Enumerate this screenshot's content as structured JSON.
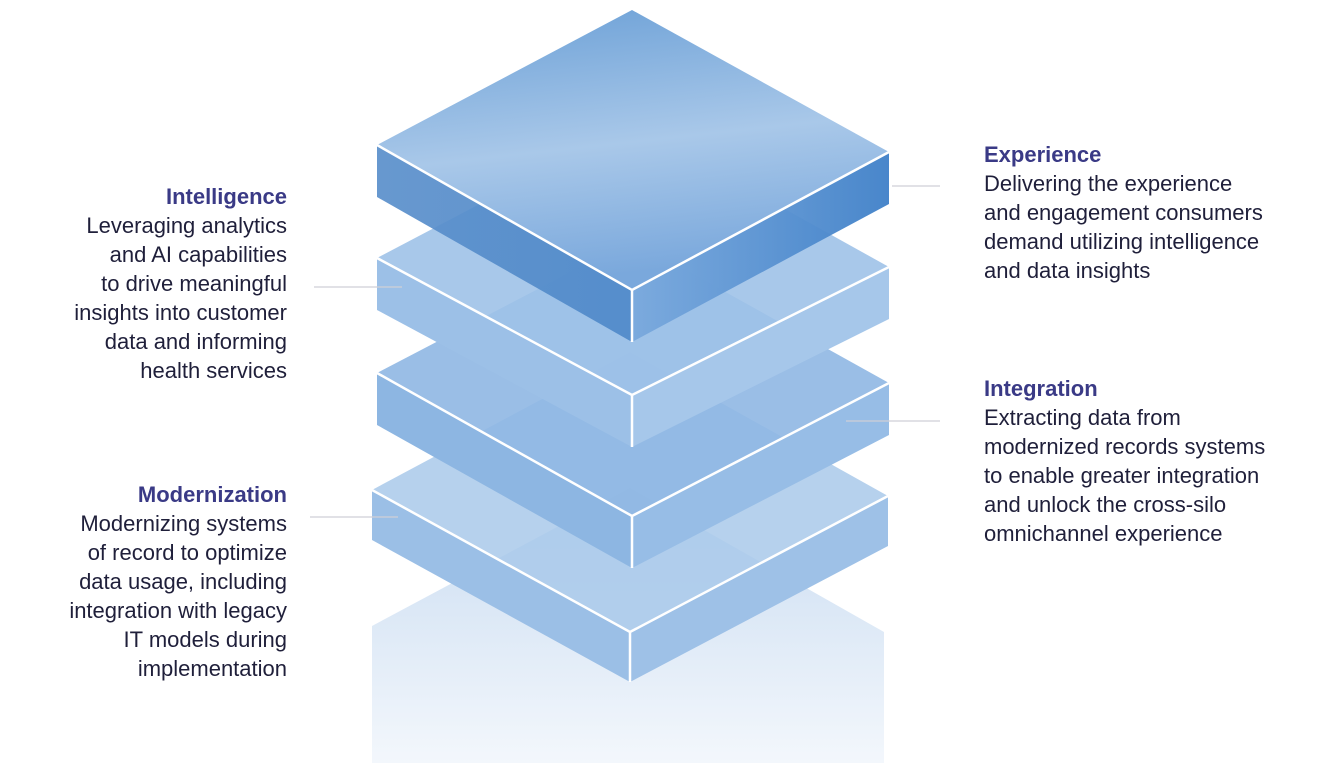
{
  "layers": [
    {
      "id": "intelligence",
      "title": "Intelligence",
      "description": "Leveraging analytics\nand AI capabilities\nto drive meaningful\ninsights into customer\ndata and informing\nhealth services"
    },
    {
      "id": "experience",
      "title": "Experience",
      "description": "Delivering the experience\nand engagement consumers\ndemand utilizing intelligence\nand data insights"
    },
    {
      "id": "integration",
      "title": "Integration",
      "description": "Extracting data from\nmodernized records systems\nto enable greater integration\nand unlock the cross-silo\nomnichannel experience"
    },
    {
      "id": "modernization",
      "title": "Modernization",
      "description": "Modernizing systems\nof record to optimize\ndata usage, including\nintegration with legacy\nIT models during\nimplementation"
    }
  ],
  "colors": {
    "title": "#3a3a86",
    "body_text": "#1f1f3a",
    "block_blue": "#5b93d0",
    "connector": "#cfcfd6"
  }
}
